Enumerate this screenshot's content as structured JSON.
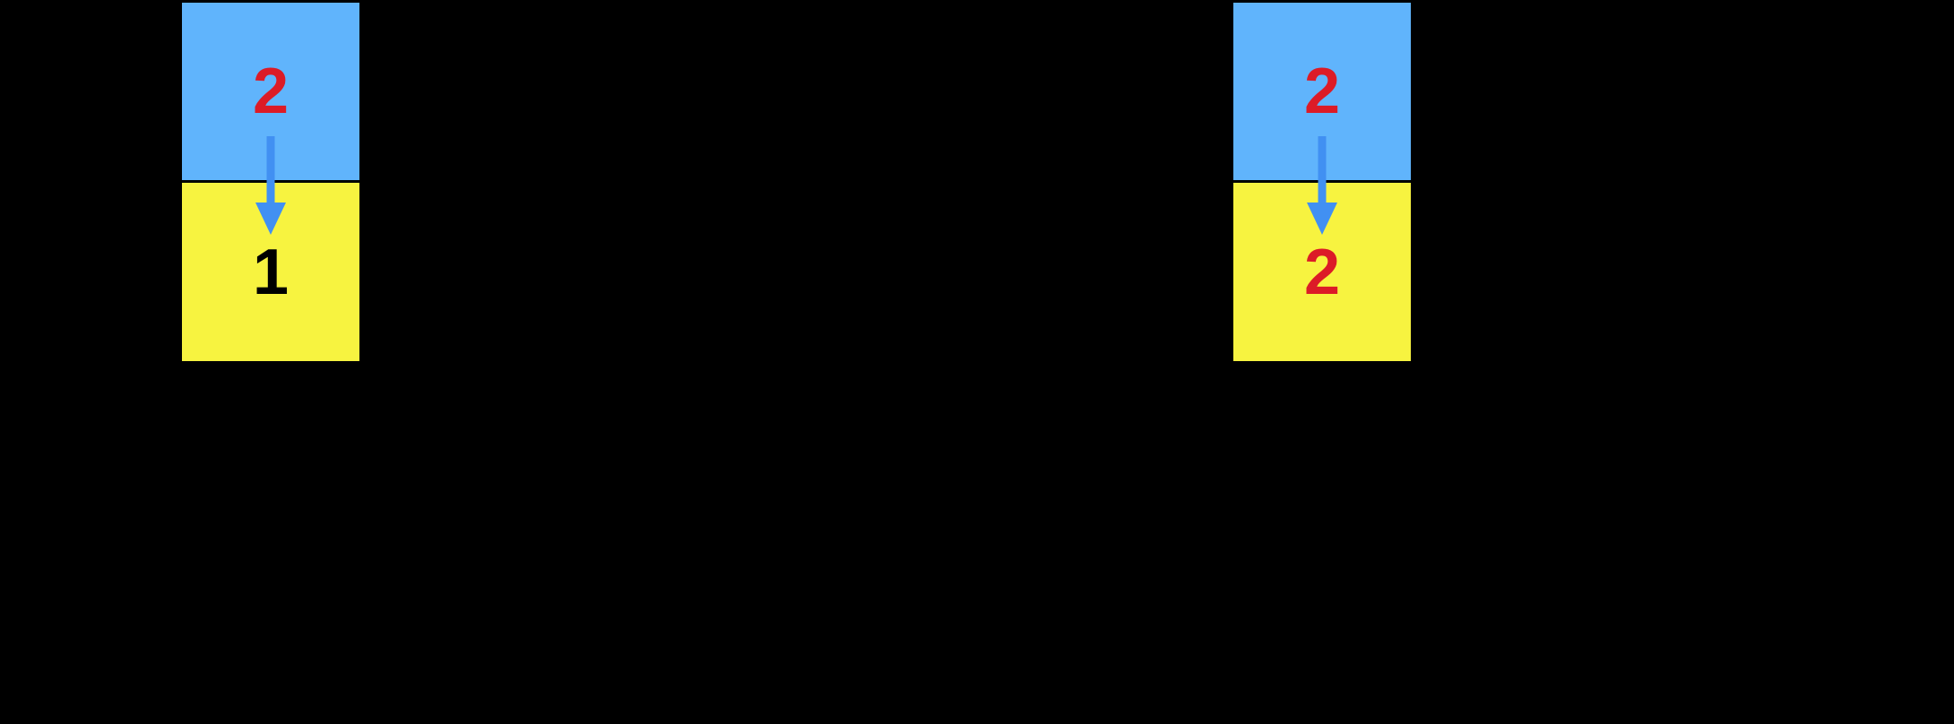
{
  "canvas": {
    "background_color": "#000000"
  },
  "diagram": {
    "groups": [
      {
        "top_box": {
          "fill": "#60B4FC",
          "value": "2",
          "value_color": "#DC1B27"
        },
        "bottom_box": {
          "fill": "#F7F340",
          "value": "1",
          "value_color": "#000000"
        },
        "arrow": {
          "direction": "down",
          "color": "#4190F2"
        }
      },
      {
        "top_box": {
          "fill": "#60B4FC",
          "value": "2",
          "value_color": "#DC1B27"
        },
        "bottom_box": {
          "fill": "#F7F340",
          "value": "2",
          "value_color": "#DC1B27"
        },
        "arrow": {
          "direction": "down",
          "color": "#4190F2"
        }
      }
    ]
  }
}
